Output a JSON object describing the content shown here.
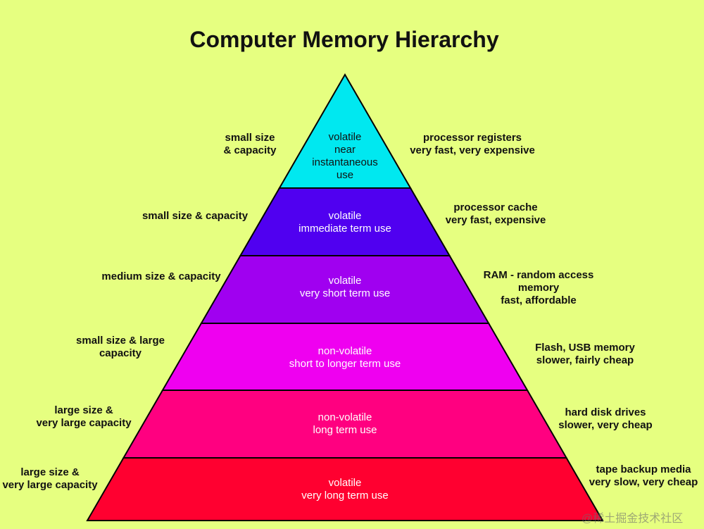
{
  "title": "Computer Memory Hierarchy",
  "tiers": [
    {
      "color": "#00e8f0",
      "text_color": "#111111",
      "inside": [
        "volatile",
        "near",
        "instantaneous",
        "use"
      ],
      "left": [
        "small size",
        "& capacity"
      ],
      "right": [
        "processor registers",
        "very fast, very expensive"
      ]
    },
    {
      "color": "#5000f0",
      "text_color": "#ffffff",
      "inside": [
        "volatile",
        "immediate term use"
      ],
      "left": [
        "small size & capacity"
      ],
      "right": [
        "processor cache",
        "very fast, expensive"
      ]
    },
    {
      "color": "#a000f0",
      "text_color": "#ffffff",
      "inside": [
        "volatile",
        "very short term use"
      ],
      "left": [
        "medium size & capacity"
      ],
      "right": [
        "RAM - random access",
        "memory",
        "fast, affordable"
      ]
    },
    {
      "color": "#ef00f0",
      "text_color": "#ffffff",
      "inside": [
        "non-volatile",
        "short to longer term use"
      ],
      "left": [
        "small size & large",
        "capacity"
      ],
      "right": [
        "Flash, USB memory",
        "slower, fairly cheap"
      ]
    },
    {
      "color": "#ff0080",
      "text_color": "#ffffff",
      "inside": [
        "non-volatile",
        "long term use"
      ],
      "left": [
        "large size &",
        "very large capacity"
      ],
      "right": [
        "hard disk drives",
        "slower, very cheap"
      ]
    },
    {
      "color": "#ff0030",
      "text_color": "#ffffff",
      "inside": [
        "volatile",
        "very long term use"
      ],
      "left": [
        "large size &",
        "very large capacity"
      ],
      "right": [
        "tape backup media",
        "very slow, very cheap"
      ]
    }
  ],
  "watermark": "@稀土掘金技术社区"
}
